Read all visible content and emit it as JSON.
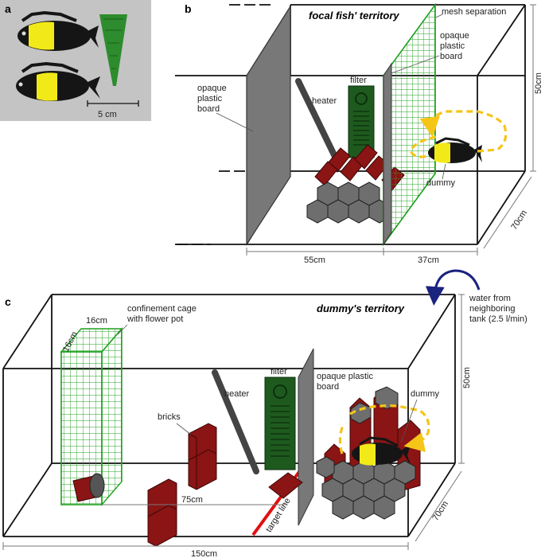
{
  "panels": {
    "a": "a",
    "b": "b",
    "c": "c"
  },
  "photo": {
    "scale": "5 cm"
  },
  "panel_b": {
    "title": "focal fish' territory",
    "mesh": "mesh separation",
    "opaque_right_1": "opaque",
    "opaque_right_2": "plastic",
    "opaque_right_3": "board",
    "filter": "filter",
    "opaque_left_1": "opaque",
    "opaque_left_2": "plastic",
    "opaque_left_3": "board",
    "heater": "heater",
    "dummy": "dummy",
    "height": "50cm",
    "depth": "70cm",
    "width_left": "55cm",
    "width_right": "37cm"
  },
  "panel_c": {
    "title": "dummy's territory",
    "water_1": "water from",
    "water_2": "neighboring",
    "water_3": "tank (2.5 l/min)",
    "cage_1": "confinement cage",
    "cage_2": "with flower pot",
    "cage_w": "16cm",
    "cage_d": "16cm",
    "filter": "filter",
    "board_1": "opaque plastic",
    "board_2": "board",
    "heater": "heater",
    "bricks": "bricks",
    "dummy": "dummy",
    "height": "50cm",
    "depth": "70cm",
    "distance": "75cm",
    "width": "150cm",
    "target": "target line"
  },
  "colors": {
    "brick": "#8b1414",
    "brick_top": "#a82020",
    "stone": "#6e6e6e",
    "mesh": "#1fa01f",
    "board": "#777777",
    "filter": "#1e5a1e",
    "arrow_yellow": "#f5c518",
    "arrow_blue": "#1a237e",
    "target": "#e01010"
  }
}
